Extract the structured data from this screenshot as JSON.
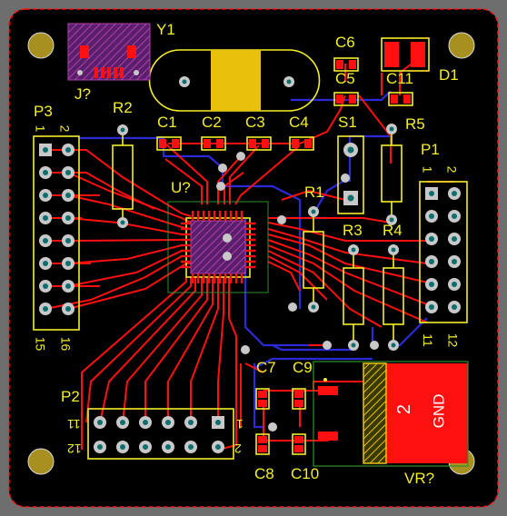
{
  "window": {
    "title": "PCB layout view"
  },
  "colors": {
    "board": "#000000",
    "background": "#6e6e6e",
    "top_copper": "#ff1010",
    "bottom_copper": "#2a2ad8",
    "silkscreen": "#f5ee2a",
    "pad": "#c8c8c8",
    "drill": "#0e6d6d",
    "mounting_hole": "#a89020",
    "component_body": "#e9c10a",
    "courtyard": "#2f8f2f",
    "mask_hatch": "#b040b0"
  },
  "labels": {
    "Y1": "Y1",
    "J": "J?",
    "R2": "R2",
    "P3": "P3",
    "P3_pin1": "1",
    "P3_pin2": "2",
    "P3_pin15": "15",
    "P3_pin16": "16",
    "C1": "C1",
    "C2": "C2",
    "C3": "C3",
    "C4": "C4",
    "C6": "C6",
    "C5": "C5",
    "C11": "C11",
    "D1": "D1",
    "S1": "S1",
    "R5": "R5",
    "P1": "P1",
    "P1_pin1": "1",
    "P1_pin2": "2",
    "P1_pin11": "11",
    "P1_pin12": "12",
    "U": "U?",
    "R1": "R1",
    "R3": "R3",
    "R4": "R4",
    "P2": "P2",
    "P2_pin11": "11",
    "P2_pin12": "12",
    "P2_pin1": "1",
    "P2_pin2": "2",
    "C7": "C7",
    "C9": "C9",
    "C8": "C8",
    "C10": "C10",
    "VR": "VR?",
    "VR_pin2": "2",
    "VR_gnd": "GND"
  }
}
